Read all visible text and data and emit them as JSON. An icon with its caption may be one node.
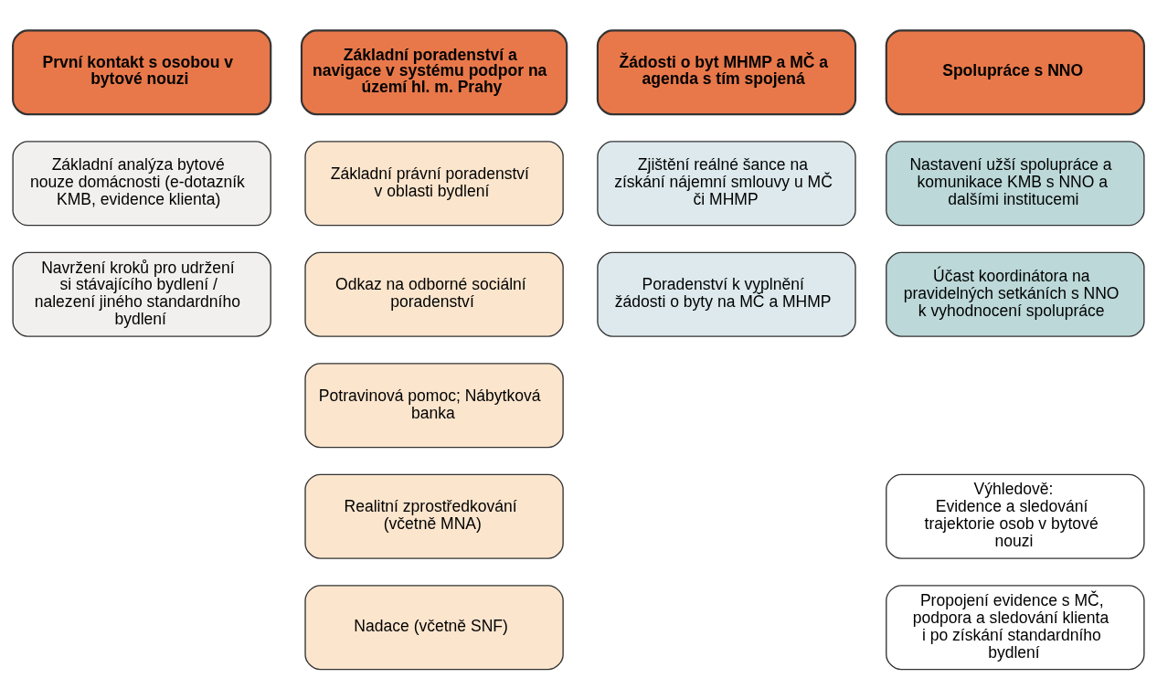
{
  "diagram": {
    "nodes": [
      {
        "text": [
          "První kontakt s osobou v bytové nouzi"
        ]
      },
      {
        "text": [
          "Základní analýza bytové nouze domácnosti (e-dotazník KMB, evidence klienta)"
        ]
      },
      {
        "text": [
          "Navržení kroků pro udržení si stávajícího bydlení / nalezení jiného standardního bydlení"
        ]
      },
      {
        "text": [
          "Základní poradenství a navigace v systému podpor na území hl. m. Prahy"
        ]
      },
      {
        "text": [
          "Základní právní poradenství v oblasti bydlení"
        ]
      },
      {
        "text": [
          "Odkaz na odborné sociální poradenství"
        ]
      },
      {
        "text": [
          "Potravinová pomoc; Nábytková banka"
        ]
      },
      {
        "text": [
          "Realitní zprostředkování (včetně MNA)"
        ]
      },
      {
        "text": [
          "Nadace (včetně SNF)"
        ]
      },
      {
        "text": [
          "Žádosti o byt MHMP a MČ a agenda s tím spojená"
        ]
      },
      {
        "text": [
          "Zjištění reálné šance na získání nájemní smlouvy u MČ či MHMP"
        ]
      },
      {
        "text": [
          "Poradenství k vyplnění žádosti o byty na MČ a MHMP"
        ]
      },
      {
        "text": [
          "Spolupráce s NNO"
        ]
      },
      {
        "text": [
          "Nastavení užší spolupráce a komunikace KMB s NNO a dalšími institucemi"
        ]
      },
      {
        "text": [
          "Účast koordinátora na pravidelných setkáních s NNO k vyhodnocení spolupráce"
        ]
      },
      {
        "text": [
          "Výhledově:",
          "Evidence a sledování trajektorie osob v bytové nouzi"
        ]
      },
      {
        "text": [
          "Propojení evidence s MČ, podpora a sledování klienta i po získání standardního bydlení"
        ]
      }
    ]
  }
}
